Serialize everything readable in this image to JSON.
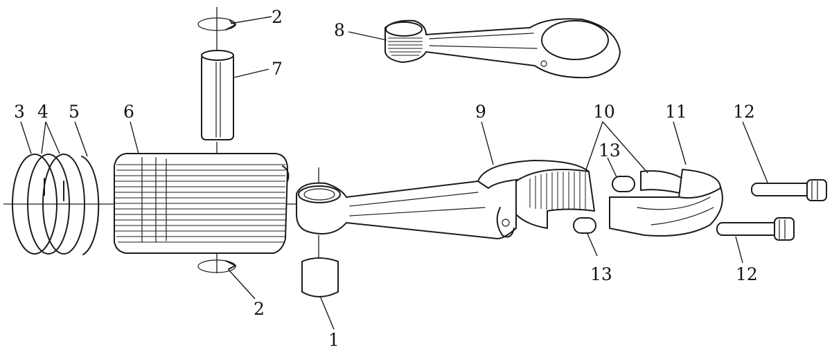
{
  "labels": {
    "l1": "1",
    "l2a": "2",
    "l2b": "2",
    "l3": "3",
    "l4": "4",
    "l5": "5",
    "l6": "6",
    "l7": "7",
    "l8": "8",
    "l9": "9",
    "l10": "10",
    "l11": "11",
    "l12a": "12",
    "l12b": "12",
    "l13a": "13",
    "l13b": "13"
  }
}
